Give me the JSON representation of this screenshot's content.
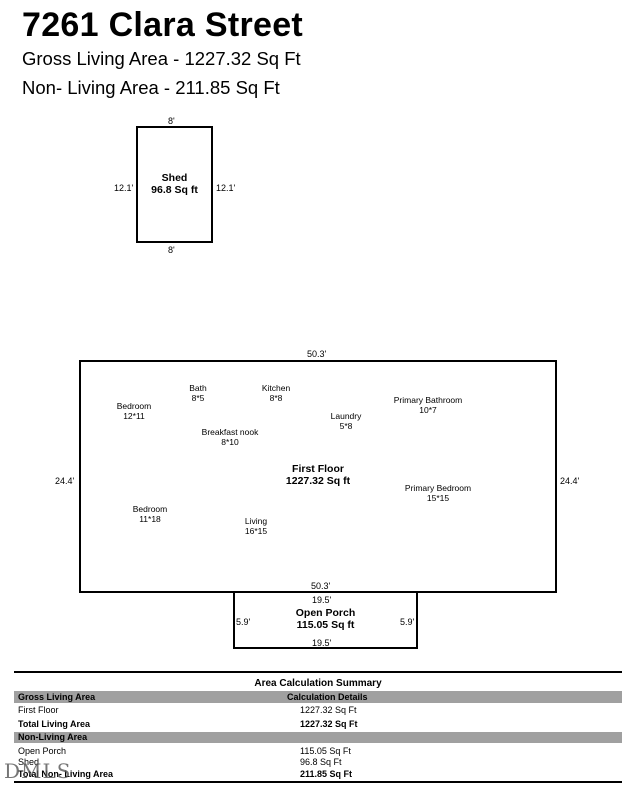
{
  "header": {
    "title": "7261 Clara Street",
    "gross_living": "Gross Living Area - 1227.32 Sq Ft",
    "non_living": "Non- Living Area - 211.85 Sq Ft"
  },
  "shed": {
    "name": "Shed",
    "area": "96.8 Sq ft",
    "dim_top": "8'",
    "dim_bottom": "8'",
    "dim_left": "12.1'",
    "dim_right": "12.1'"
  },
  "first_floor": {
    "name": "First Floor",
    "area": "1227.32 Sq ft",
    "dim_top": "50.3'",
    "dim_bottom": "50.3'",
    "dim_left": "24.4'",
    "dim_right": "24.4'",
    "rooms": [
      {
        "name": "Bath",
        "size": "8*5"
      },
      {
        "name": "Kitchen",
        "size": "8*8"
      },
      {
        "name": "Bedroom",
        "size": "12*11"
      },
      {
        "name": "Primary Bathroom",
        "size": "10*7"
      },
      {
        "name": "Laundry",
        "size": "5*8"
      },
      {
        "name": "Breakfast nook",
        "size": "8*10"
      },
      {
        "name": "Primary Bedroom",
        "size": "15*15"
      },
      {
        "name": "Bedroom",
        "size": "11*18"
      },
      {
        "name": "Living",
        "size": "16*15"
      }
    ]
  },
  "porch": {
    "name": "Open Porch",
    "area": "115.05 Sq ft",
    "dim_top": "19.5'",
    "dim_bottom": "19.5'",
    "dim_left": "5.9'",
    "dim_right": "5.9'"
  },
  "summary": {
    "title": "Area Calculation Summary",
    "gla_header": "Gross Living Area",
    "calc_header": "Calculation Details",
    "first_floor_label": "First Floor",
    "first_floor_value": "1227.32 Sq Ft",
    "total_living_label": "Total Living Area",
    "total_living_value": "1227.32 Sq Ft",
    "nla_header": "Non-Living Area",
    "open_porch_label": "Open Porch",
    "open_porch_value": "115.05 Sq Ft",
    "shed_label": "Shed",
    "shed_value": "96.8 Sq Ft",
    "total_non_living_label": "Total Non- Living Area",
    "total_non_living_value": "211.85 Sq Ft"
  },
  "watermark": "DMLS"
}
